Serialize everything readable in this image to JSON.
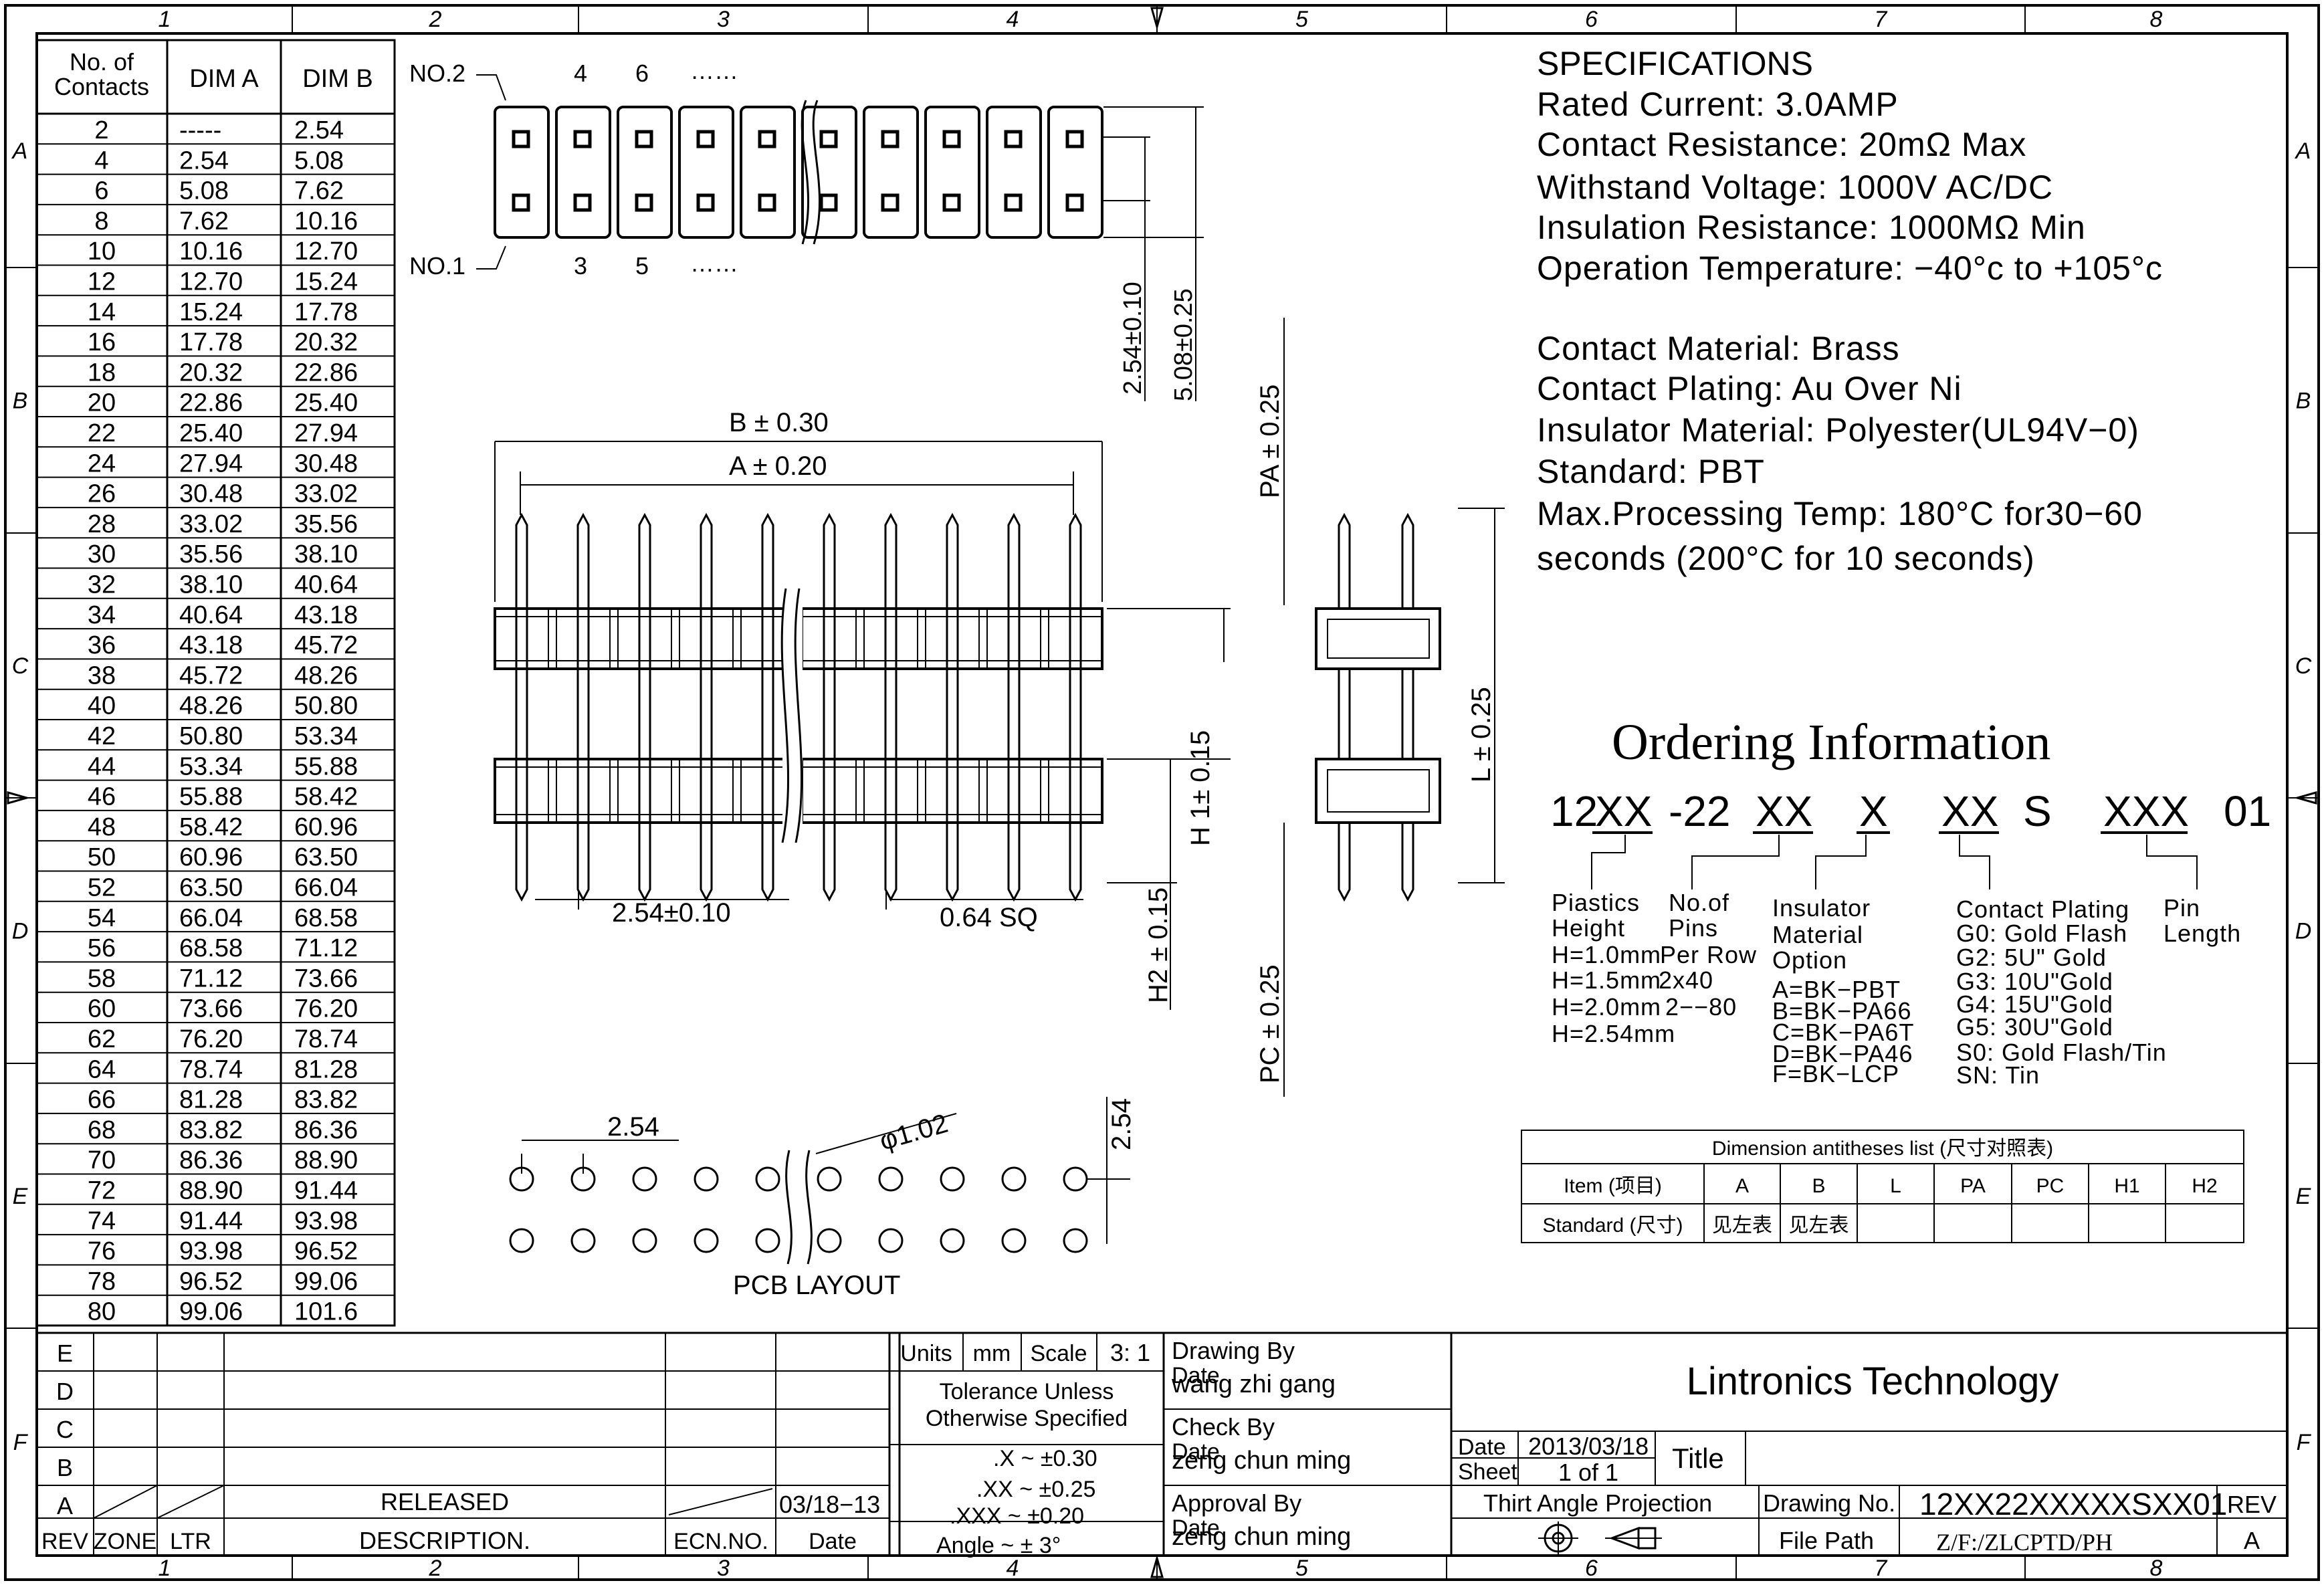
{
  "grid": {
    "columns": [
      "1",
      "2",
      "3",
      "4",
      "5",
      "6",
      "7",
      "8"
    ],
    "rows": [
      "A",
      "B",
      "C",
      "D",
      "E",
      "F"
    ]
  },
  "contacts_table": {
    "headers": [
      "No. of Contacts",
      "DIM A",
      "DIM B"
    ],
    "rows": [
      [
        "2",
        "-----",
        "2.54"
      ],
      [
        "4",
        "2.54",
        "5.08"
      ],
      [
        "6",
        "5.08",
        "7.62"
      ],
      [
        "8",
        "7.62",
        "10.16"
      ],
      [
        "10",
        "10.16",
        "12.70"
      ],
      [
        "12",
        "12.70",
        "15.24"
      ],
      [
        "14",
        "15.24",
        "17.78"
      ],
      [
        "16",
        "17.78",
        "20.32"
      ],
      [
        "18",
        "20.32",
        "22.86"
      ],
      [
        "20",
        "22.86",
        "25.40"
      ],
      [
        "22",
        "25.40",
        "27.94"
      ],
      [
        "24",
        "27.94",
        "30.48"
      ],
      [
        "26",
        "30.48",
        "33.02"
      ],
      [
        "28",
        "33.02",
        "35.56"
      ],
      [
        "30",
        "35.56",
        "38.10"
      ],
      [
        "32",
        "38.10",
        "40.64"
      ],
      [
        "34",
        "40.64",
        "43.18"
      ],
      [
        "36",
        "43.18",
        "45.72"
      ],
      [
        "38",
        "45.72",
        "48.26"
      ],
      [
        "40",
        "48.26",
        "50.80"
      ],
      [
        "42",
        "50.80",
        "53.34"
      ],
      [
        "44",
        "53.34",
        "55.88"
      ],
      [
        "46",
        "55.88",
        "58.42"
      ],
      [
        "48",
        "58.42",
        "60.96"
      ],
      [
        "50",
        "60.96",
        "63.50"
      ],
      [
        "52",
        "63.50",
        "66.04"
      ],
      [
        "54",
        "66.04",
        "68.58"
      ],
      [
        "56",
        "68.58",
        "71.12"
      ],
      [
        "58",
        "71.12",
        "73.66"
      ],
      [
        "60",
        "73.66",
        "76.20"
      ],
      [
        "62",
        "76.20",
        "78.74"
      ],
      [
        "64",
        "78.74",
        "81.28"
      ],
      [
        "66",
        "81.28",
        "83.82"
      ],
      [
        "68",
        "83.82",
        "86.36"
      ],
      [
        "70",
        "86.36",
        "88.90"
      ],
      [
        "72",
        "88.90",
        "91.44"
      ],
      [
        "74",
        "91.44",
        "93.98"
      ],
      [
        "76",
        "93.98",
        "96.52"
      ],
      [
        "78",
        "96.52",
        "99.06"
      ],
      [
        "80",
        "99.06",
        "101.6"
      ]
    ]
  },
  "top_view": {
    "no2": "NO.2",
    "no1": "NO.1",
    "top_nums": [
      "4",
      "6",
      "……"
    ],
    "bottom_nums": [
      "3",
      "5",
      "……"
    ],
    "dim_row": "2.54±0.10",
    "dim_total": "5.08±0.25"
  },
  "front_view": {
    "dim_b": "B ± 0.30",
    "dim_a": "A ± 0.20",
    "pitch": "2.54±0.10",
    "pin_sq": "0.64 SQ",
    "h1": "H 1± 0.15",
    "h2": "H2 ± 0.15"
  },
  "side_view": {
    "pa": "PA ± 0.25",
    "l": "L ± 0.25",
    "pc": "PC ± 0.25"
  },
  "pcb_layout": {
    "label": "PCB LAYOUT",
    "pitch": "2.54",
    "pitch_v": "2.54",
    "hole": "φ1.02"
  },
  "specifications": {
    "title": "SPECIFICATIONS",
    "lines": [
      "Rated Current: 3.0AMP",
      "Contact Resistance: 20mΩ Max",
      "Withstand Voltage: 1000V AC/DC",
      "Insulation Resistance: 1000MΩ Min",
      "Operation Temperature: −40°c to +105°c",
      "",
      "Contact Material: Brass",
      "Contact Plating: Au Over Ni",
      "Insulator Material: Polyester(UL94V−0)",
      "Standard:            PBT",
      "Max.Processing Temp: 180°C for30−60",
      "seconds (200°C for 10 seconds)"
    ]
  },
  "ordering": {
    "title": "Ordering Information",
    "code_parts": [
      "12",
      "XX",
      "-22",
      "XX",
      "X",
      "XX",
      "S",
      "XXX",
      "01"
    ],
    "plastics": [
      "Piastics",
      "Height",
      "H=1.0mm",
      "H=1.5mm",
      "H=2.0mm",
      "H=2.54mm"
    ],
    "pins": [
      "No.of",
      "Pins",
      "Per Row",
      "2x40",
      "2−−80"
    ],
    "insulator": [
      "Insulator",
      "Material",
      "Option",
      "A=BK−PBT",
      "B=BK−PA66",
      "C=BK−PA6T",
      "D=BK−PA46",
      "F=BK−LCP"
    ],
    "plating": [
      "Contact Plating",
      "G0: Gold Flash",
      "G2: 5U\" Gold",
      "G3: 10U\"Gold",
      "G4: 15U\"Gold",
      "G5: 30U\"Gold",
      "S0: Gold Flash/Tin",
      "SN: Tin"
    ],
    "pin_length": [
      "Pin",
      "Length"
    ]
  },
  "dim_list": {
    "title": "Dimension antitheses list (尺寸对照表)",
    "header": [
      "Item (项目)",
      "A",
      "B",
      "L",
      "PA",
      "PC",
      "H1",
      "H2"
    ],
    "row": [
      "Standard (尺寸)",
      "见左表",
      "见左表",
      "",
      "",
      "",
      "",
      ""
    ]
  },
  "title_block": {
    "rev_letters": [
      "E",
      "D",
      "C",
      "B",
      "A"
    ],
    "released": "RELEASED",
    "released_date": "03/18−13",
    "hdr_rev": "REV",
    "hdr_zone": "ZONE",
    "hdr_ltr": "LTR",
    "hdr_desc": "DESCRIPTION.",
    "hdr_ecn": "ECN.NO.",
    "hdr_date": "Date",
    "units_label": "Units",
    "units": "mm",
    "scale_label": "Scale",
    "scale": "3: 1",
    "tol1": "Tolerance Unless",
    "tol2": "Otherwise Specified",
    "tol_x": ".X   ~   ±0.30",
    "tol_xx": ".XX   ~   ±0.25",
    "tol_xxx": ".XXX   ~   ±0.20",
    "tol_angle": "Angle   ~   ± 3°",
    "drawing_by": "Drawing By",
    "drawing_name": "wang zhi gang",
    "check_by": "Check  By",
    "check_name": "zeng chun ming",
    "approval_by": "Approval By",
    "approval_name": "zeng chun ming",
    "date_word": "Date",
    "company": "Lintronics Technology",
    "date_label": "Date",
    "date_value": "2013/03/18",
    "sheet_label": "Sheet",
    "sheet_value": "1  of  1",
    "title_label": "Title",
    "projection": "Thirt Angle Projection",
    "drawing_no_label": "Drawing No.",
    "drawing_no": "12XX22XXXXXSXX01",
    "rev_label": "REV",
    "rev_value": "A",
    "file_path_label": "File Path",
    "file_path": "Z/F:/ZLCPTD/PH"
  }
}
